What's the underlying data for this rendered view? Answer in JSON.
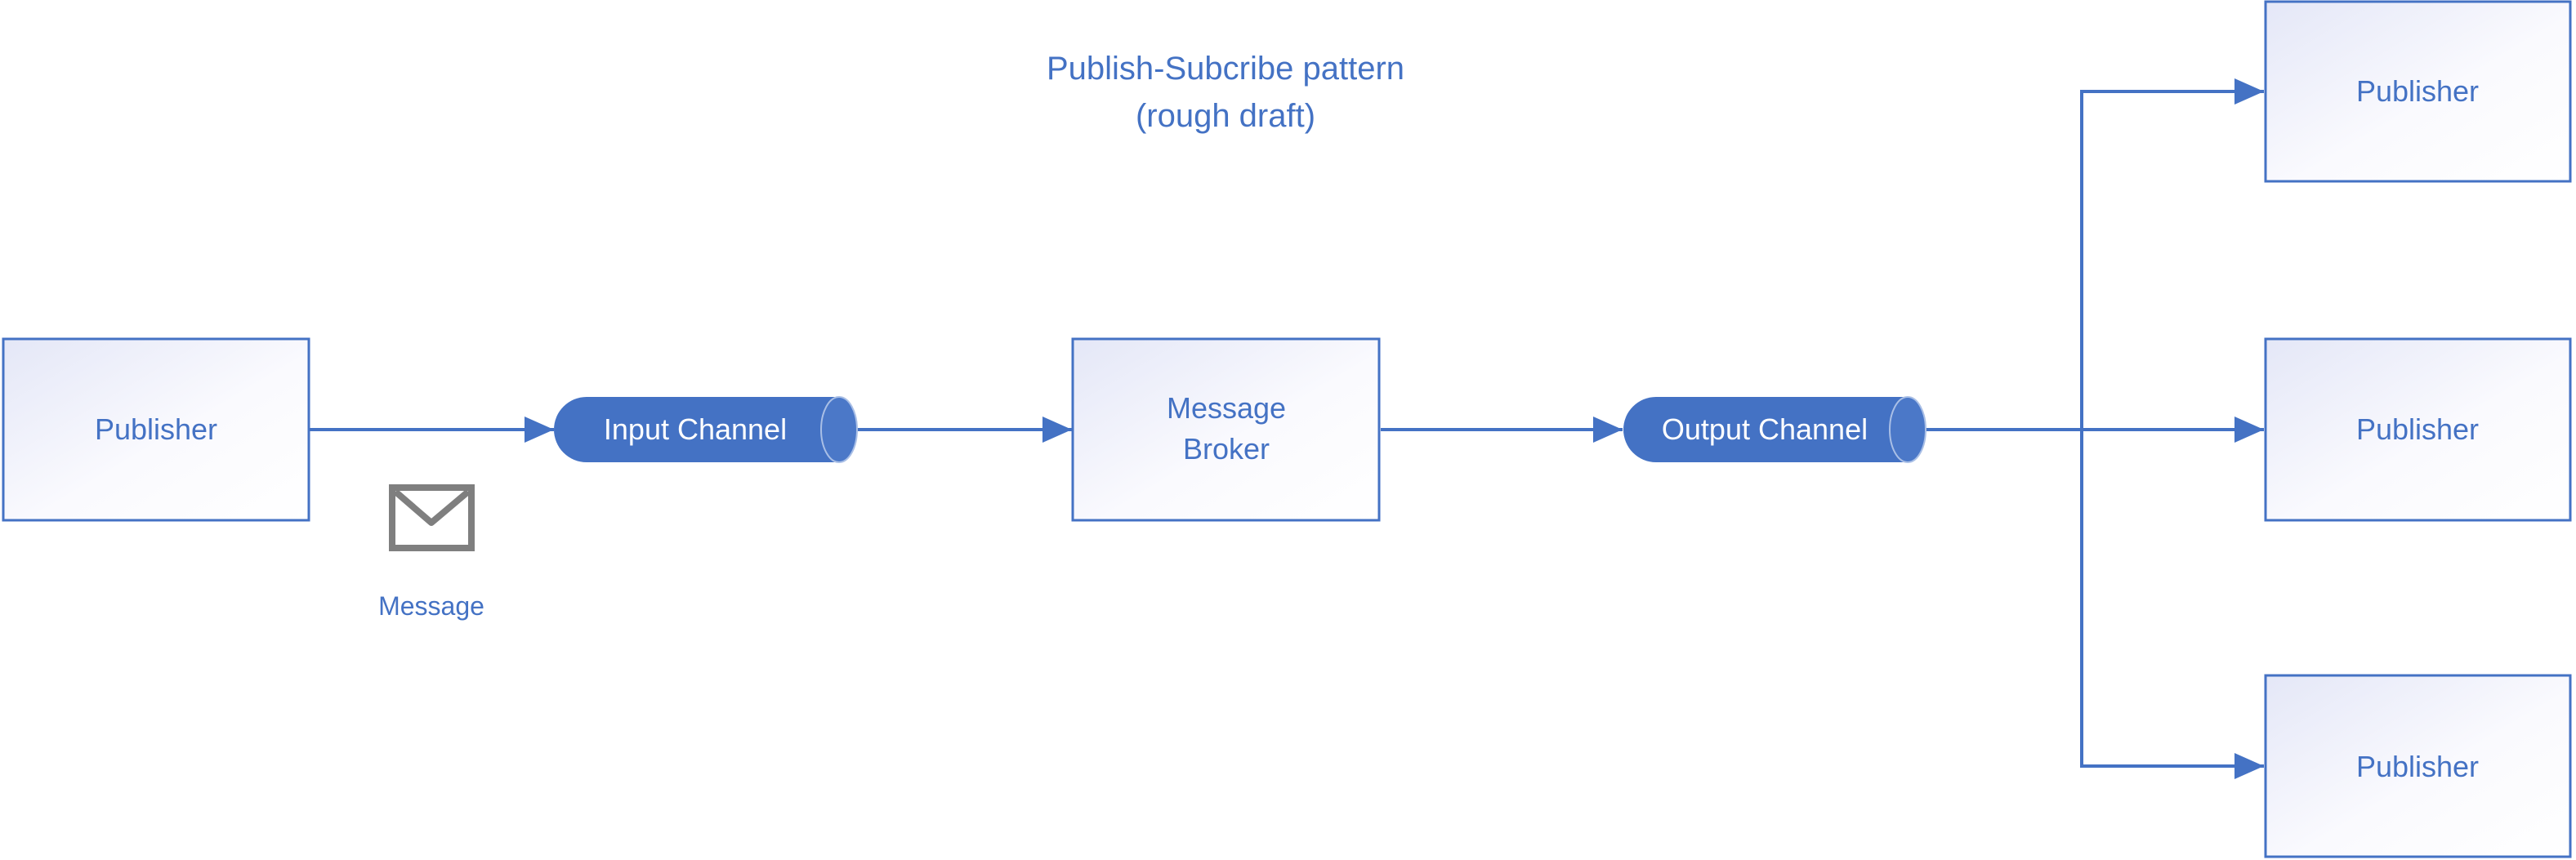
{
  "title": {
    "line1": "Publish-Subcribe pattern",
    "line2": "(rough draft)"
  },
  "nodes": {
    "source_publisher": {
      "label": "Publisher"
    },
    "input_channel": {
      "label": "Input Channel"
    },
    "broker": {
      "line1": "Message",
      "line2": "Broker"
    },
    "output_channel": {
      "label": "Output Channel"
    },
    "target_top": {
      "label": "Publisher"
    },
    "target_middle": {
      "label": "Publisher"
    },
    "target_bottom": {
      "label": "Publisher"
    }
  },
  "message": {
    "icon": "envelope-icon",
    "label": "Message"
  },
  "colors": {
    "accent": "#4472C4",
    "icon": "#7F7F7F",
    "channel_fill": "#4472C4",
    "box_gradient_start": "#E9EBF8",
    "box_gradient_end": "#FFFFFF"
  }
}
